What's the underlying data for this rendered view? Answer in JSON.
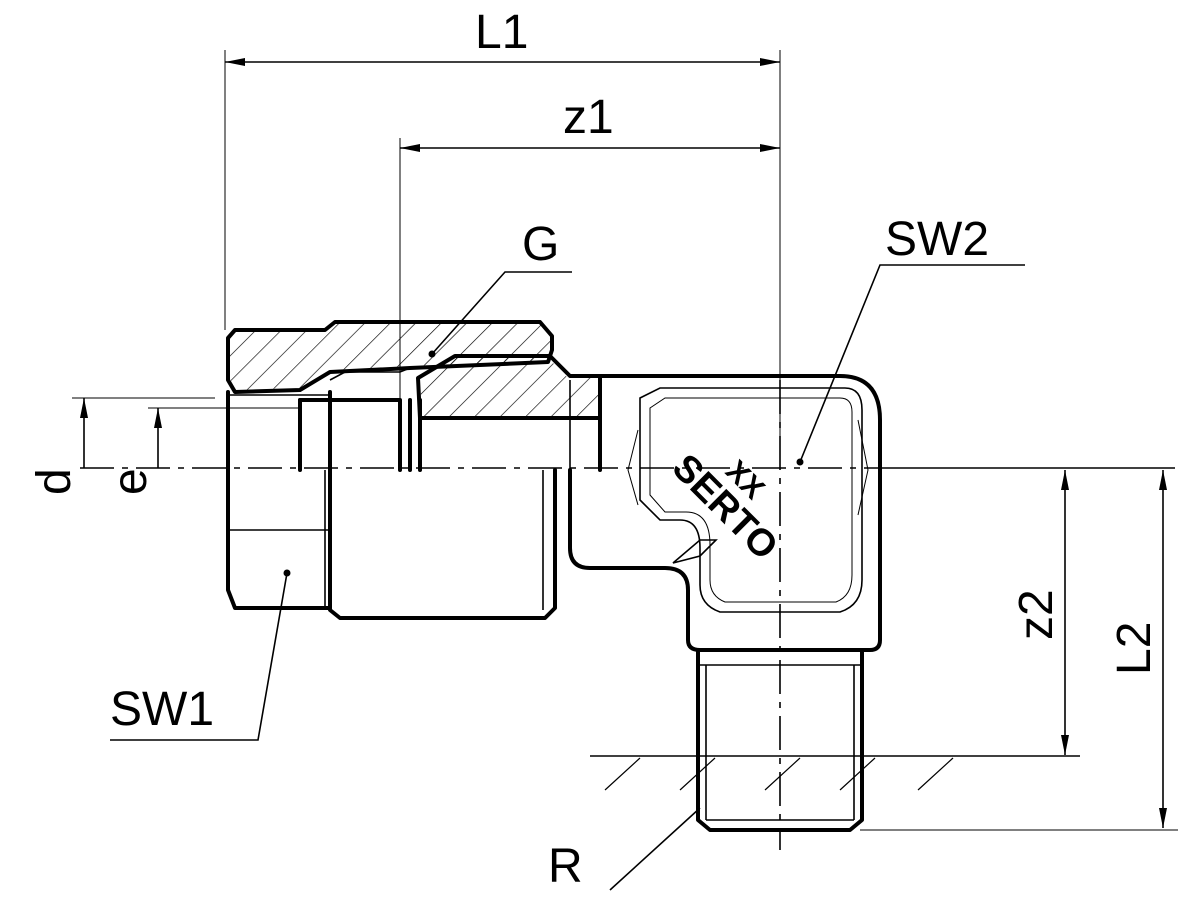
{
  "labels": {
    "L1": "L1",
    "z1": "z1",
    "G": "G",
    "SW2": "SW2",
    "d": "d",
    "e": "e",
    "SW1": "SW1",
    "z2": "z2",
    "L2": "L2",
    "R": "R"
  },
  "logo": {
    "line1": "XX",
    "line2": "SERTO"
  }
}
